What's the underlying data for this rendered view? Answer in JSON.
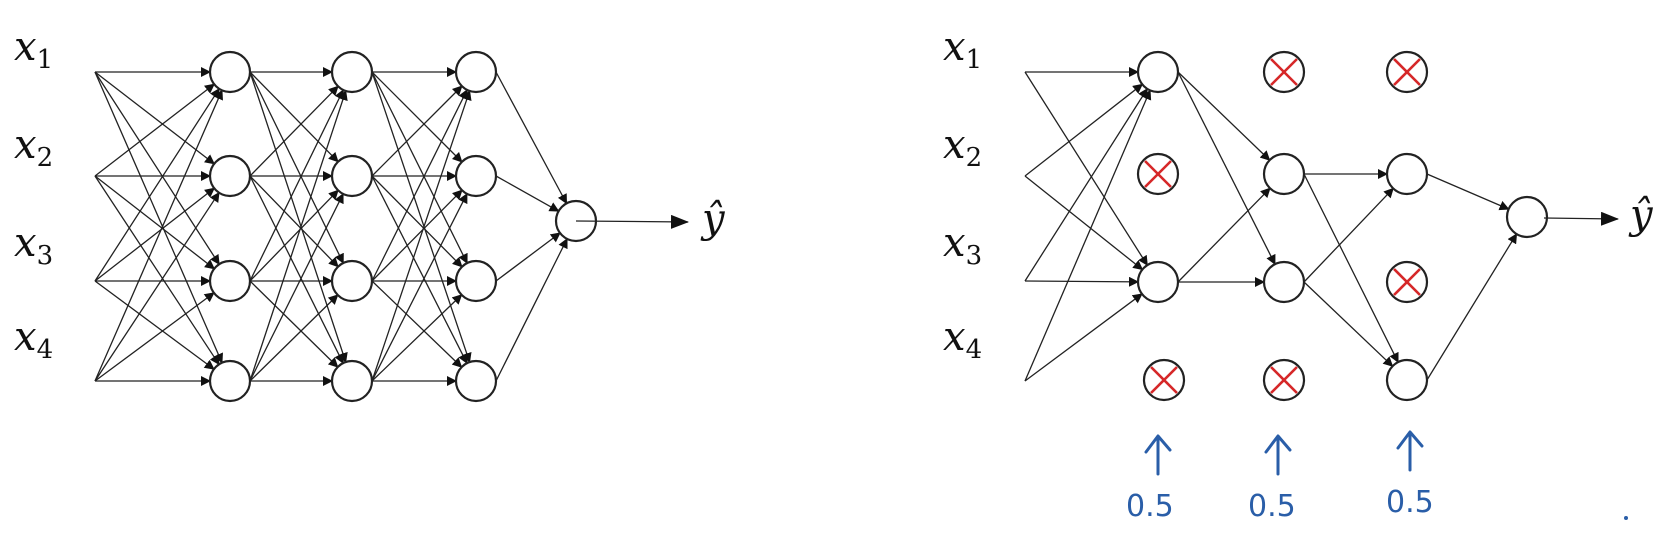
{
  "left_network": {
    "inputs": [
      {
        "base": "x",
        "sub": "1"
      },
      {
        "base": "x",
        "sub": "2"
      },
      {
        "base": "x",
        "sub": "3"
      },
      {
        "base": "x",
        "sub": "4"
      }
    ],
    "output_label": "ŷ"
  },
  "right_network": {
    "inputs": [
      {
        "base": "x",
        "sub": "1"
      },
      {
        "base": "x",
        "sub": "2"
      },
      {
        "base": "x",
        "sub": "3"
      },
      {
        "base": "x",
        "sub": "4"
      }
    ],
    "output_label": "ŷ",
    "dropped_nodes": [
      {
        "layer": 1,
        "unit": 2
      },
      {
        "layer": 1,
        "unit": 4
      },
      {
        "layer": 2,
        "unit": 1
      },
      {
        "layer": 2,
        "unit": 4
      },
      {
        "layer": 3,
        "unit": 1
      },
      {
        "layer": 3,
        "unit": 3
      }
    ],
    "keep_prob_annotations": [
      {
        "layer": 1,
        "value": "0.5"
      },
      {
        "layer": 2,
        "value": "0.5"
      },
      {
        "layer": 3,
        "value": "0.5"
      }
    ]
  },
  "colors": {
    "drop_mark": "#d62728",
    "handwriting": "#2a5ea8",
    "lines": "#222222"
  }
}
